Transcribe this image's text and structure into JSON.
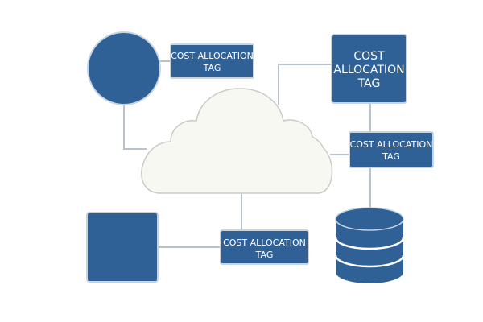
{
  "colors": {
    "blue": "#2f6196",
    "blue_border": "#c6d4e3",
    "cloud_fill": "#f7f8f1",
    "cloud_stroke": "#c9ccc6",
    "connector": "#b9c2cb",
    "background": "#ffffff"
  },
  "tags": {
    "top_left": {
      "line1": "COST ALLOCATION",
      "line2": "TAG"
    },
    "top_right": {
      "line1": "COST",
      "line2": "ALLOCATION",
      "line3": "TAG"
    },
    "middle_right": {
      "line1": "COST ALLOCATION",
      "line2": "TAG"
    },
    "bottom": {
      "line1": "COST ALLOCATION",
      "line2": "TAG"
    }
  },
  "nodes": {
    "circle": "circle-node",
    "cloud": "cloud-icon",
    "square": "square-node",
    "database": "database-icon"
  }
}
